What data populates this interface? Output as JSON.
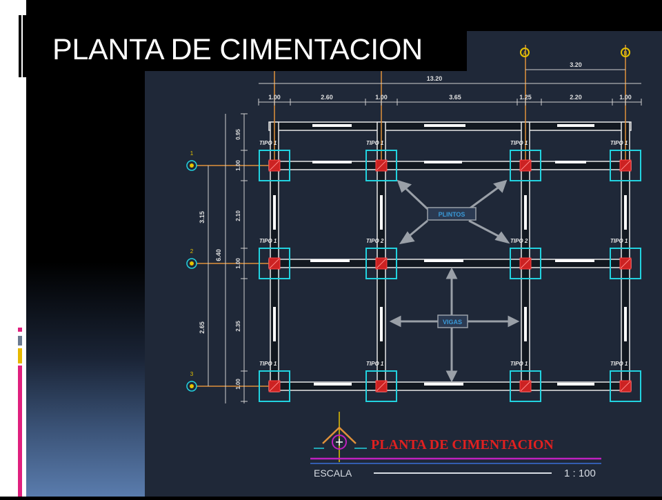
{
  "slide": {
    "title": "PLANTA DE CIMENTACION"
  },
  "colors": {
    "cad_background": "#1f2838",
    "grid_axis_line": "#e0913a",
    "beam_line": "#ffffff",
    "footing_outline": "#22d3e0",
    "column_fill": "#cc2222",
    "dimension_line": "#d0d0d0",
    "callout_box": "#3a6fa8",
    "drawing_title": "#e02020",
    "underline_magenta": "#c020c0",
    "accent_pink": "#e0207e",
    "accent_yellow": "#e6b800"
  },
  "drawing": {
    "top_axis_labels": [
      "A",
      "B"
    ],
    "left_axis_labels": [
      "1",
      "2",
      "3"
    ],
    "overall_dimension_top": "3.20",
    "total_dimension": "13.20",
    "segment_dimensions": [
      "1.00",
      "2.60",
      "1.00",
      "3.65",
      "1.25",
      "2.20",
      "1.00"
    ],
    "vertical_dimensions_outer": [
      "3.15",
      "2.65"
    ],
    "vertical_dimensions_total": "6.40",
    "vertical_dimensions_inner": [
      "0.95",
      "1.00",
      "2.10",
      "1.00",
      "2.35",
      "1.00"
    ],
    "footing_tags": [
      "TIPO 1",
      "TIPO 1",
      "TIPO 1",
      "TIPO 1",
      "TIPO 1",
      "TIPO 2",
      "TIPO 2",
      "TIPO 1",
      "TIPO 1",
      "TIPO 1",
      "TIPO 1",
      "TIPO 1"
    ],
    "callout_plintos": "PLINTOS",
    "callout_vigas": "VIGAS",
    "drawing_title": "PLANTA DE CIMENTACION",
    "scale_label": "ESCALA",
    "scale_value": "1 : 100"
  }
}
